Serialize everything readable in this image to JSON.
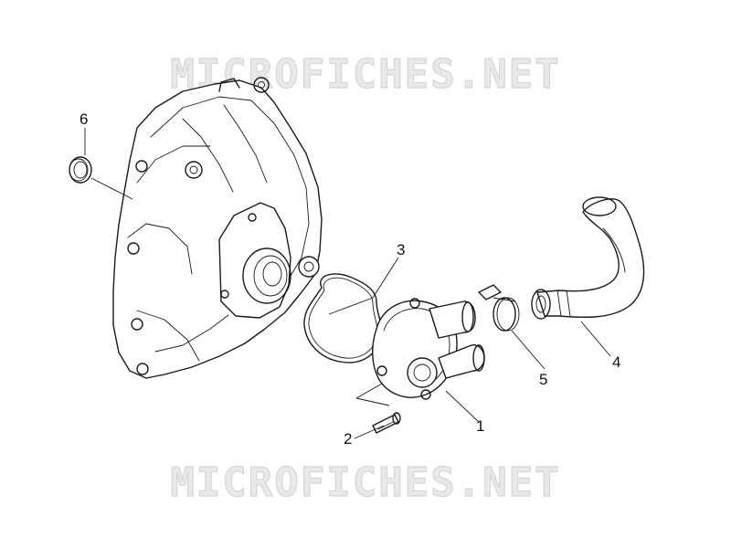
{
  "watermark": {
    "text_top": "MICROFICHES.NET",
    "text_bottom": "MICROFICHES.NET"
  },
  "callouts": [
    {
      "id": "1",
      "label": "1"
    },
    {
      "id": "2",
      "label": "2"
    },
    {
      "id": "3",
      "label": "3"
    },
    {
      "id": "4",
      "label": "4"
    },
    {
      "id": "5",
      "label": "5"
    },
    {
      "id": "6",
      "label": "6"
    }
  ],
  "colors": {
    "line": "#1a1a1a",
    "watermark_fill": "#e9e9e9",
    "watermark_stroke": "#d6d6d6"
  }
}
